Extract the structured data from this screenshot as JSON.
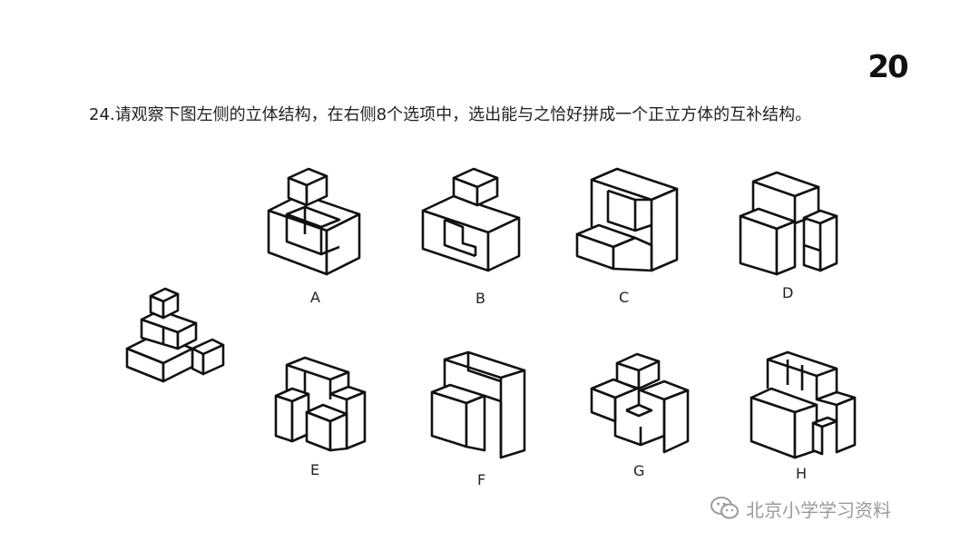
{
  "page": {
    "page_number": "20",
    "question": "24.请观察下图左侧的立体结构，在右侧8个选项中，选出能与之恰好拼成一个正立方体的互补结构。"
  },
  "options": [
    {
      "key": "A",
      "label": "A"
    },
    {
      "key": "B",
      "label": "B"
    },
    {
      "key": "C",
      "label": "C"
    },
    {
      "key": "D",
      "label": "D"
    },
    {
      "key": "E",
      "label": "E"
    },
    {
      "key": "F",
      "label": "F"
    },
    {
      "key": "G",
      "label": "G"
    },
    {
      "key": "H",
      "label": "H"
    }
  ],
  "watermark": {
    "icon": "wechat-icon",
    "text": "北京小学学习资料"
  }
}
